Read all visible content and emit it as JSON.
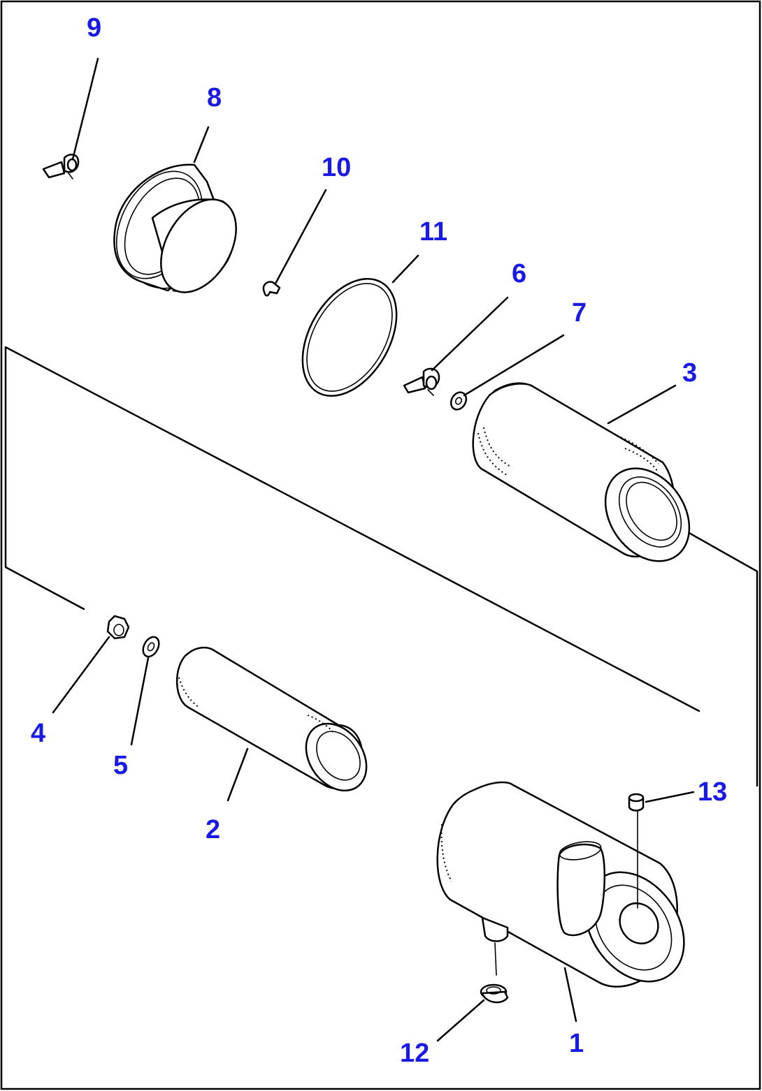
{
  "diagram": {
    "type": "exploded-parts-view",
    "colors": {
      "callout": "#1a1ae6",
      "line": "#000000",
      "background": "#ffffff"
    },
    "callouts": [
      {
        "id": "1",
        "label": "1"
      },
      {
        "id": "2",
        "label": "2"
      },
      {
        "id": "3",
        "label": "3"
      },
      {
        "id": "4",
        "label": "4"
      },
      {
        "id": "5",
        "label": "5"
      },
      {
        "id": "6",
        "label": "6"
      },
      {
        "id": "7",
        "label": "7"
      },
      {
        "id": "8",
        "label": "8"
      },
      {
        "id": "9",
        "label": "9"
      },
      {
        "id": "10",
        "label": "10"
      },
      {
        "id": "11",
        "label": "11"
      },
      {
        "id": "12",
        "label": "12"
      },
      {
        "id": "13",
        "label": "13"
      }
    ]
  }
}
